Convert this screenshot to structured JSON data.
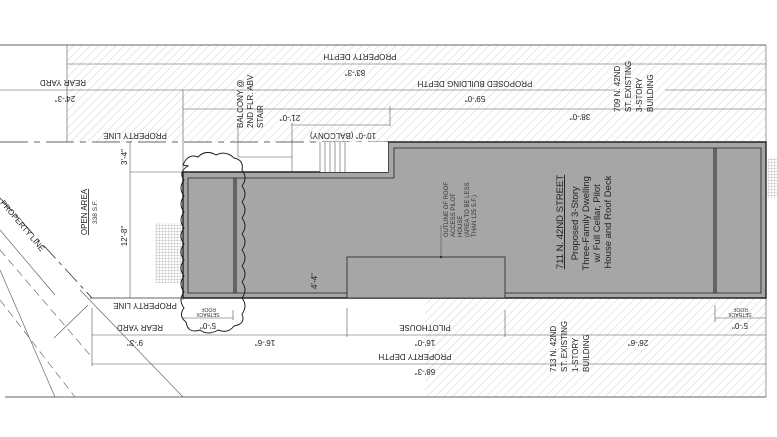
{
  "colors": {
    "building": "#a6a6a6",
    "line": "#333333",
    "hatch": "#bdbdbd"
  },
  "top": {
    "property_depth": "PROPERTY DEPTH",
    "property_depth_dim": "83'-3\"",
    "rear_yard": "REAR YARD",
    "rear_yard_dim": "24'-3\"",
    "building_depth": "PROPOSED BUILDING DEPTH",
    "building_depth_dim": "59'-0\"",
    "dim_38": "38'-0\"",
    "dim_21": "21'-0\"",
    "balcony_dim": "10'-0\" (BALCONY)",
    "property_line": "PROPERTY LINE",
    "balcony_note": [
      "BALCONY @",
      "2ND FLR. ABV",
      "STAIR"
    ],
    "neighbor": [
      "709 N. 42ND",
      "ST. EXISTING",
      "3-STORY",
      "BUILDING"
    ]
  },
  "left": {
    "dim_3_4": "3'-4\"",
    "dim_12_8": "12'-8\"",
    "open_area": "OPEN AREA",
    "open_area_sf": "338 S.F.",
    "property_line_diag": "PROPERTY LINE"
  },
  "building": {
    "title": "711 N. 42ND STREET",
    "desc": [
      "Proposed 3-Story",
      "Three-Family Dwelling",
      "w/ Full Cellar, Pilot",
      "House and Roof Deck"
    ],
    "pilot_note": [
      "OUTLINE OF ROOF",
      "ACCESS PILOT",
      "HOUSE",
      "(AREA TO BE LESS",
      "THAN 125 S.F.)"
    ],
    "dim_4_4": "4'-4\""
  },
  "bottom": {
    "property_line": "PROPERTY LINE",
    "roof_setback_l": [
      "ROOF",
      "SETBACK"
    ],
    "roof_setback_r": [
      "ROOF",
      "SETBACK"
    ],
    "setback_l_dim": "5'-0\"",
    "setback_r_dim": "5'-0\"",
    "rear_yard": "REAR YARD",
    "rear_yard_dim": "9'-3\"",
    "dim_16_6": "16'-6\"",
    "pilothouse": "PILOTHOUSE",
    "pilothouse_dim": "16'-0\"",
    "property_depth": "PROPERTY DEPTH",
    "property_depth_dim": "68'-3\"",
    "dim_26_6": "26'-6\"",
    "neighbor": [
      "713 N. 42ND",
      "ST. EXISTING",
      "1-STORY",
      "BUILDING"
    ]
  }
}
